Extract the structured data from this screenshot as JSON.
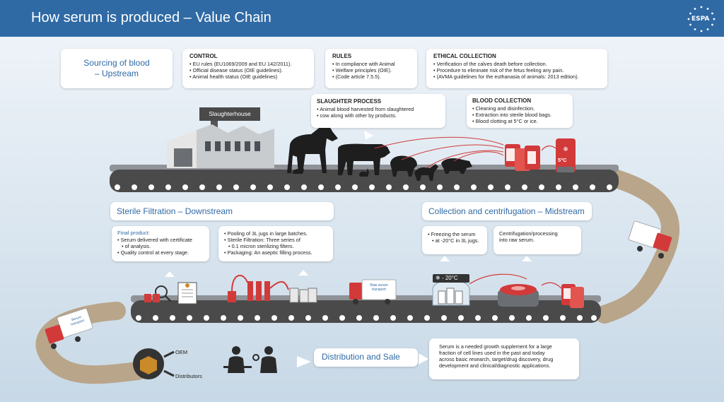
{
  "header": {
    "title": "How serum is produced – Value Chain",
    "logo_text": "ESPA"
  },
  "upstream": {
    "title_line1": "Sourcing of blood",
    "title_line2": "– Upstream",
    "control": {
      "heading": "CONTROL",
      "items": [
        "EU rules (EU1069/2009 and EU 142/2011).",
        "Official disease status (OIE guidelines).",
        "Animal health status (OIE guidelines)"
      ]
    },
    "rules": {
      "heading": "RULES",
      "items": [
        "In compliance with Animal",
        "Welfare principles (OIE).",
        "(Code article 7.5.5)."
      ]
    },
    "ethical": {
      "heading": "ETHICAL COLLECTION",
      "items": [
        "Verification of the calves death before collection.",
        "Procedure to eliminate risk of the fetus feeling any pain.",
        "(AVMA guidelines for the euthanasia of animals: 2013 edition)."
      ]
    },
    "slaughter": {
      "heading": "SLAUGHTER PROCESS",
      "items": [
        "Animal blood harvested from slaughtered",
        "cow along with other by products."
      ]
    },
    "blood": {
      "heading": "BLOOD COLLECTION",
      "items": [
        "Cleaning and disinfection.",
        "Extraction into sterile blood bags.",
        "Blood clotting at  5°C or ice."
      ]
    },
    "slaughterhouse_label": "Slaughterhouse",
    "cooler_label": "5°C"
  },
  "downstream": {
    "title": "Sterile Filtration – Downstream",
    "final": {
      "heading": "Final product:",
      "items": [
        "Serum delivered with certificate",
        "of analysis.",
        "Quality control at every stage."
      ]
    },
    "pooling": {
      "items": [
        "Pooling of 3L jugs in large batches.",
        "Sterile Filtration: Three series of",
        "0.1 micron sterilizing filters.",
        "Packaging: An aseptic filling process."
      ]
    }
  },
  "midstream": {
    "title": "Collection and centrifugation – Midstream",
    "freezing": {
      "items": [
        "Freezing the serum",
        "at -20°C in 3L jugs."
      ]
    },
    "centrifugation": {
      "lines": [
        "Centrifugation/processing",
        "into raw serum."
      ]
    },
    "freezer_label": "- 20°C",
    "truck_label": "Raw serum transport"
  },
  "distribution": {
    "title": "Distribution and Sale",
    "oem": "OEM",
    "distributors": "Distributors",
    "info_lines": [
      "Serum is a needed growth supplement for a large",
      "fraction of cell lines used in the past and today",
      "across basic research, target/drug discovery, drug",
      "development and clinical/diagnostic applications."
    ],
    "truck_label": "Serum transport"
  },
  "colors": {
    "brand_blue": "#2f6aa5",
    "belt": "#4a4a4a",
    "blood_red": "#d23a3a",
    "path": "#b9a58a"
  }
}
